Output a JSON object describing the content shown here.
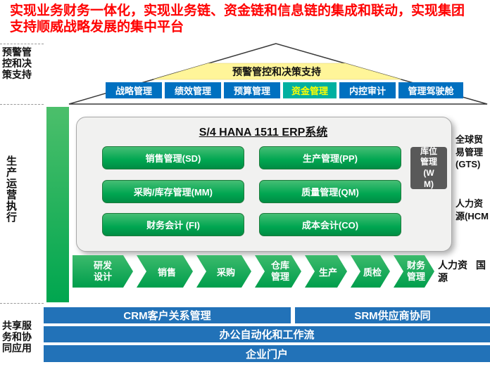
{
  "header": {
    "line1": "实现业务财务一体化，实现业务链、资金链和信息链的集成和联动，实现集团",
    "line2": "支持顺威战略发展的集中平台"
  },
  "left_labels": {
    "top": "预警管控和决策支持",
    "middle": "生产运营执行",
    "bottom": "共享服务和协同应用"
  },
  "pyramid": {
    "banner": "预警管控和决策支持",
    "buttons": [
      {
        "label": "战略管理"
      },
      {
        "label": "绩效管理"
      },
      {
        "label": "预算管理"
      },
      {
        "label": "资金管理"
      },
      {
        "label": "内控审计"
      },
      {
        "label": "管理驾驶舱"
      }
    ]
  },
  "erp": {
    "title": "S/4 HANA 1511 ERP系统",
    "modules": [
      "销售管理(SD)",
      "生产管理(PP)",
      "采购/库存管理(MM)",
      "质量管理(QM)",
      "财务会计 (FI)",
      "成本会计(CO)"
    ],
    "wm": "库位管理(WM)",
    "right_notes": [
      "全球贸易管理(GTS)",
      "人力资源(HCM"
    ]
  },
  "process": {
    "chevrons": [
      "研发设计",
      "销售",
      "采购",
      "仓库管理",
      "生产",
      "质检",
      "财务管理"
    ],
    "extras": [
      "人力资源",
      "国"
    ]
  },
  "bottom": {
    "crm": "CRM客户关系管理",
    "srm": "SRM供应商协同",
    "oa": "办公自动化和工作流",
    "portal": "企业门户"
  },
  "colors": {
    "headline_red": "#FF0000",
    "banner_yellow": "#FFF599",
    "button_blue": "#0070C0",
    "highlight_teal": "#00B0A0",
    "highlight_text_yellow": "#FFFF00",
    "module_green": "#00A651",
    "bar_blue": "#2272B8",
    "erp_gray": "#F1F1F0",
    "wm_dark_gray": "#595959"
  }
}
